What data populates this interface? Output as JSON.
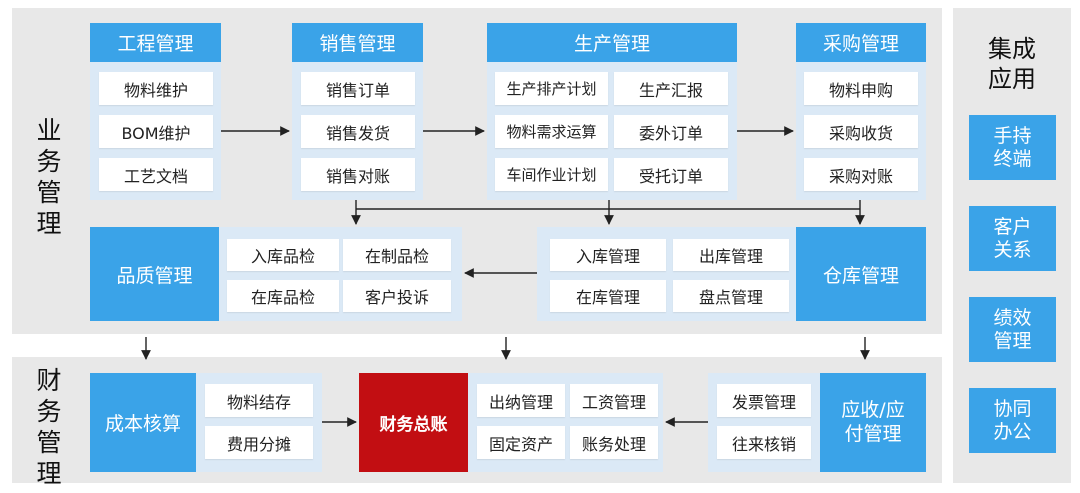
{
  "labels": {
    "business": "业务管理",
    "finance": "财务管理"
  },
  "engineering": {
    "title": "工程管理",
    "items": [
      "物料维护",
      "BOM维护",
      "工艺文档"
    ]
  },
  "sales": {
    "title": "销售管理",
    "items": [
      "销售订单",
      "销售发货",
      "销售对账"
    ]
  },
  "production": {
    "title": "生产管理",
    "items": [
      "生产排产计划",
      "生产汇报",
      "物料需求运算",
      "委外订单",
      "车间作业计划",
      "受托订单"
    ]
  },
  "purchasing": {
    "title": "采购管理",
    "items": [
      "物料申购",
      "采购收货",
      "采购对账"
    ]
  },
  "quality": {
    "title": "品质管理",
    "items": [
      "入库品检",
      "在制品检",
      "在库品检",
      "客户投诉"
    ]
  },
  "warehouse": {
    "title": "仓库管理",
    "items": [
      "入库管理",
      "出库管理",
      "在库管理",
      "盘点管理"
    ]
  },
  "cost": {
    "title": "成本核算",
    "items": [
      "物料结存",
      "费用分摊"
    ]
  },
  "ledger": {
    "title": "财务总账",
    "items": [
      "出纳管理",
      "工资管理",
      "固定资产",
      "账务处理"
    ]
  },
  "receivable": {
    "title": "应收/应付管理",
    "items": [
      "发票管理",
      "往来核销"
    ]
  },
  "integration": {
    "title": "集成应用",
    "items": [
      "手持终端",
      "客户关系",
      "绩效管理",
      "协同办公"
    ]
  },
  "colors": {
    "accent": "#3aa3e8",
    "ledger": "#c20e12",
    "panel": "#e8e8e8"
  }
}
